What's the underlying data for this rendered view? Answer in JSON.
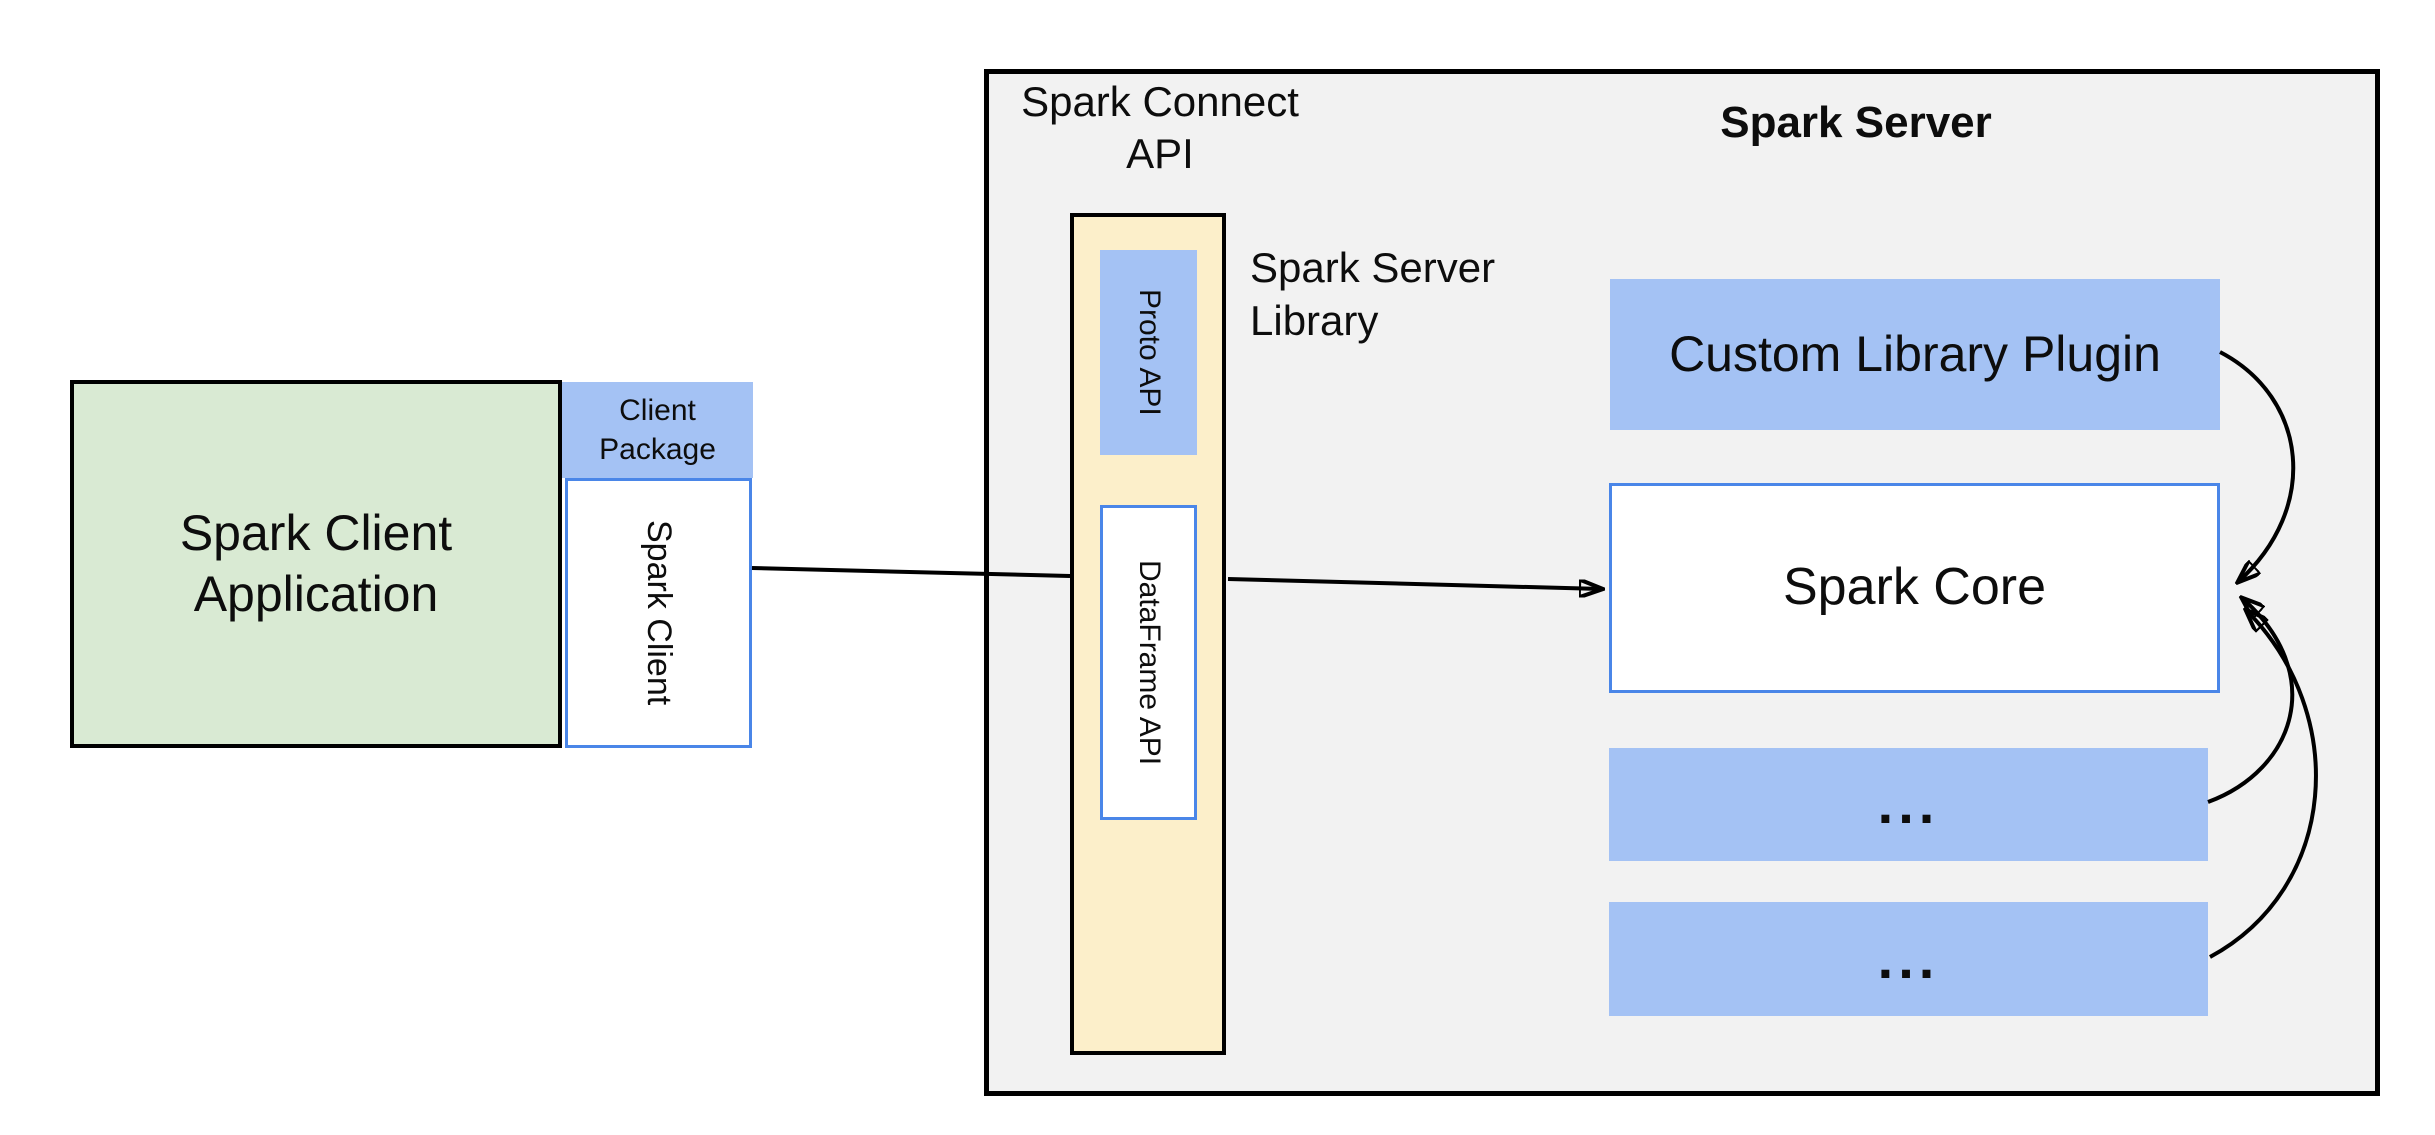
{
  "diagram": {
    "client": {
      "app_label": "Spark Client\nApplication",
      "package_label": "Client\nPackage",
      "spark_client_label": "Spark Client"
    },
    "connect": {
      "api_label": "Spark Connect\nAPI",
      "proto_label": "Proto API",
      "dataframe_label": "DataFrame API",
      "server_library_label": "Spark Server\nLibrary"
    },
    "server": {
      "title": "Spark Server",
      "plugin_label": "Custom Library Plugin",
      "core_label": "Spark Core",
      "dots_1": "...",
      "dots_2": "..."
    },
    "colors": {
      "page_background": "#ffffff",
      "panel_fill": "#f2f2f2",
      "panel_border": "#000000",
      "green_fill": "#d9ead3",
      "blue_fill": "#a4c2f4",
      "blue_border": "#4a86e8",
      "yellow_fill": "#fcefca",
      "connector": "#000000",
      "text": "#0d0d0d"
    }
  }
}
